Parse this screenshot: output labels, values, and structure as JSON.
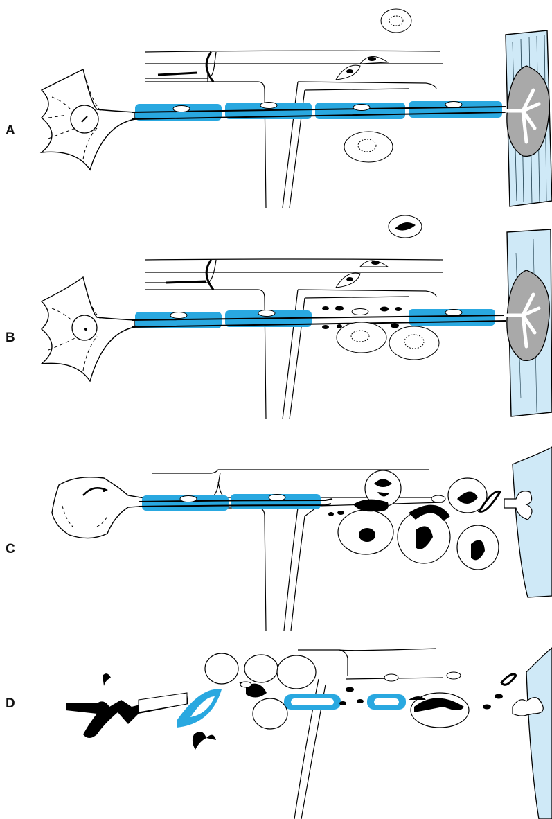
{
  "figure": {
    "panels": [
      {
        "label": "A"
      },
      {
        "label": "B"
      },
      {
        "label": "C"
      },
      {
        "label": "D"
      }
    ]
  },
  "colors": {
    "myelin": "#29a8e0",
    "muscle_fill": "#cfe9f7",
    "endplate": "#a9a9a9",
    "ink": "#000000"
  }
}
